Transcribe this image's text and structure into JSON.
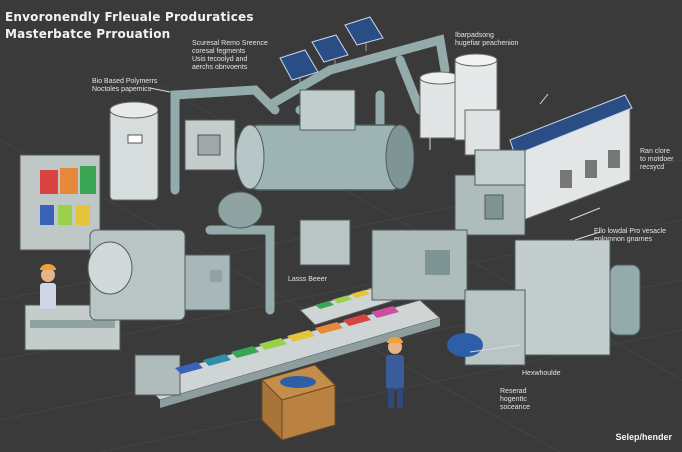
{
  "title": {
    "line1": "Envoronendly Frleuale Produratices",
    "line2": "Masterbatce Prrouation"
  },
  "labels": {
    "sources": "Scuresal Remo Sreence\ncoresal fegments\nUsis tecoolyd and\naerchs obnvoents",
    "biobased": "Bio Based Polymerrs\nNoctoles papemics",
    "top_right": "Ibarpadsong\nhugefiar peachenion",
    "right_mid": "Ran clore\nto motdoer\nrecsycd",
    "right_low": "Ello lowdal Pro vesacle\nenlomnon gnarnes",
    "center": "Lasss Beeer",
    "bottom_center": "Hexwhoulde",
    "bottom_right": "Reserad\nhogenttc\nsoceance"
  },
  "brand": "Selep/hender",
  "colors": {
    "background": "#3a3a3a",
    "machine": "#b9c4c4",
    "machine_dark": "#8e9d9d",
    "pipe": "#93abab",
    "solar": "#2a4d86",
    "pellet_colors": [
      "#3a62b8",
      "#2d8fa8",
      "#3aa655",
      "#9ad04a",
      "#e6c43a",
      "#e7893a",
      "#d84444",
      "#cc4fa0"
    ]
  },
  "icons": [
    "solar-panel-icon",
    "worker-icon",
    "cardboard-box-icon",
    "tank-icon"
  ]
}
